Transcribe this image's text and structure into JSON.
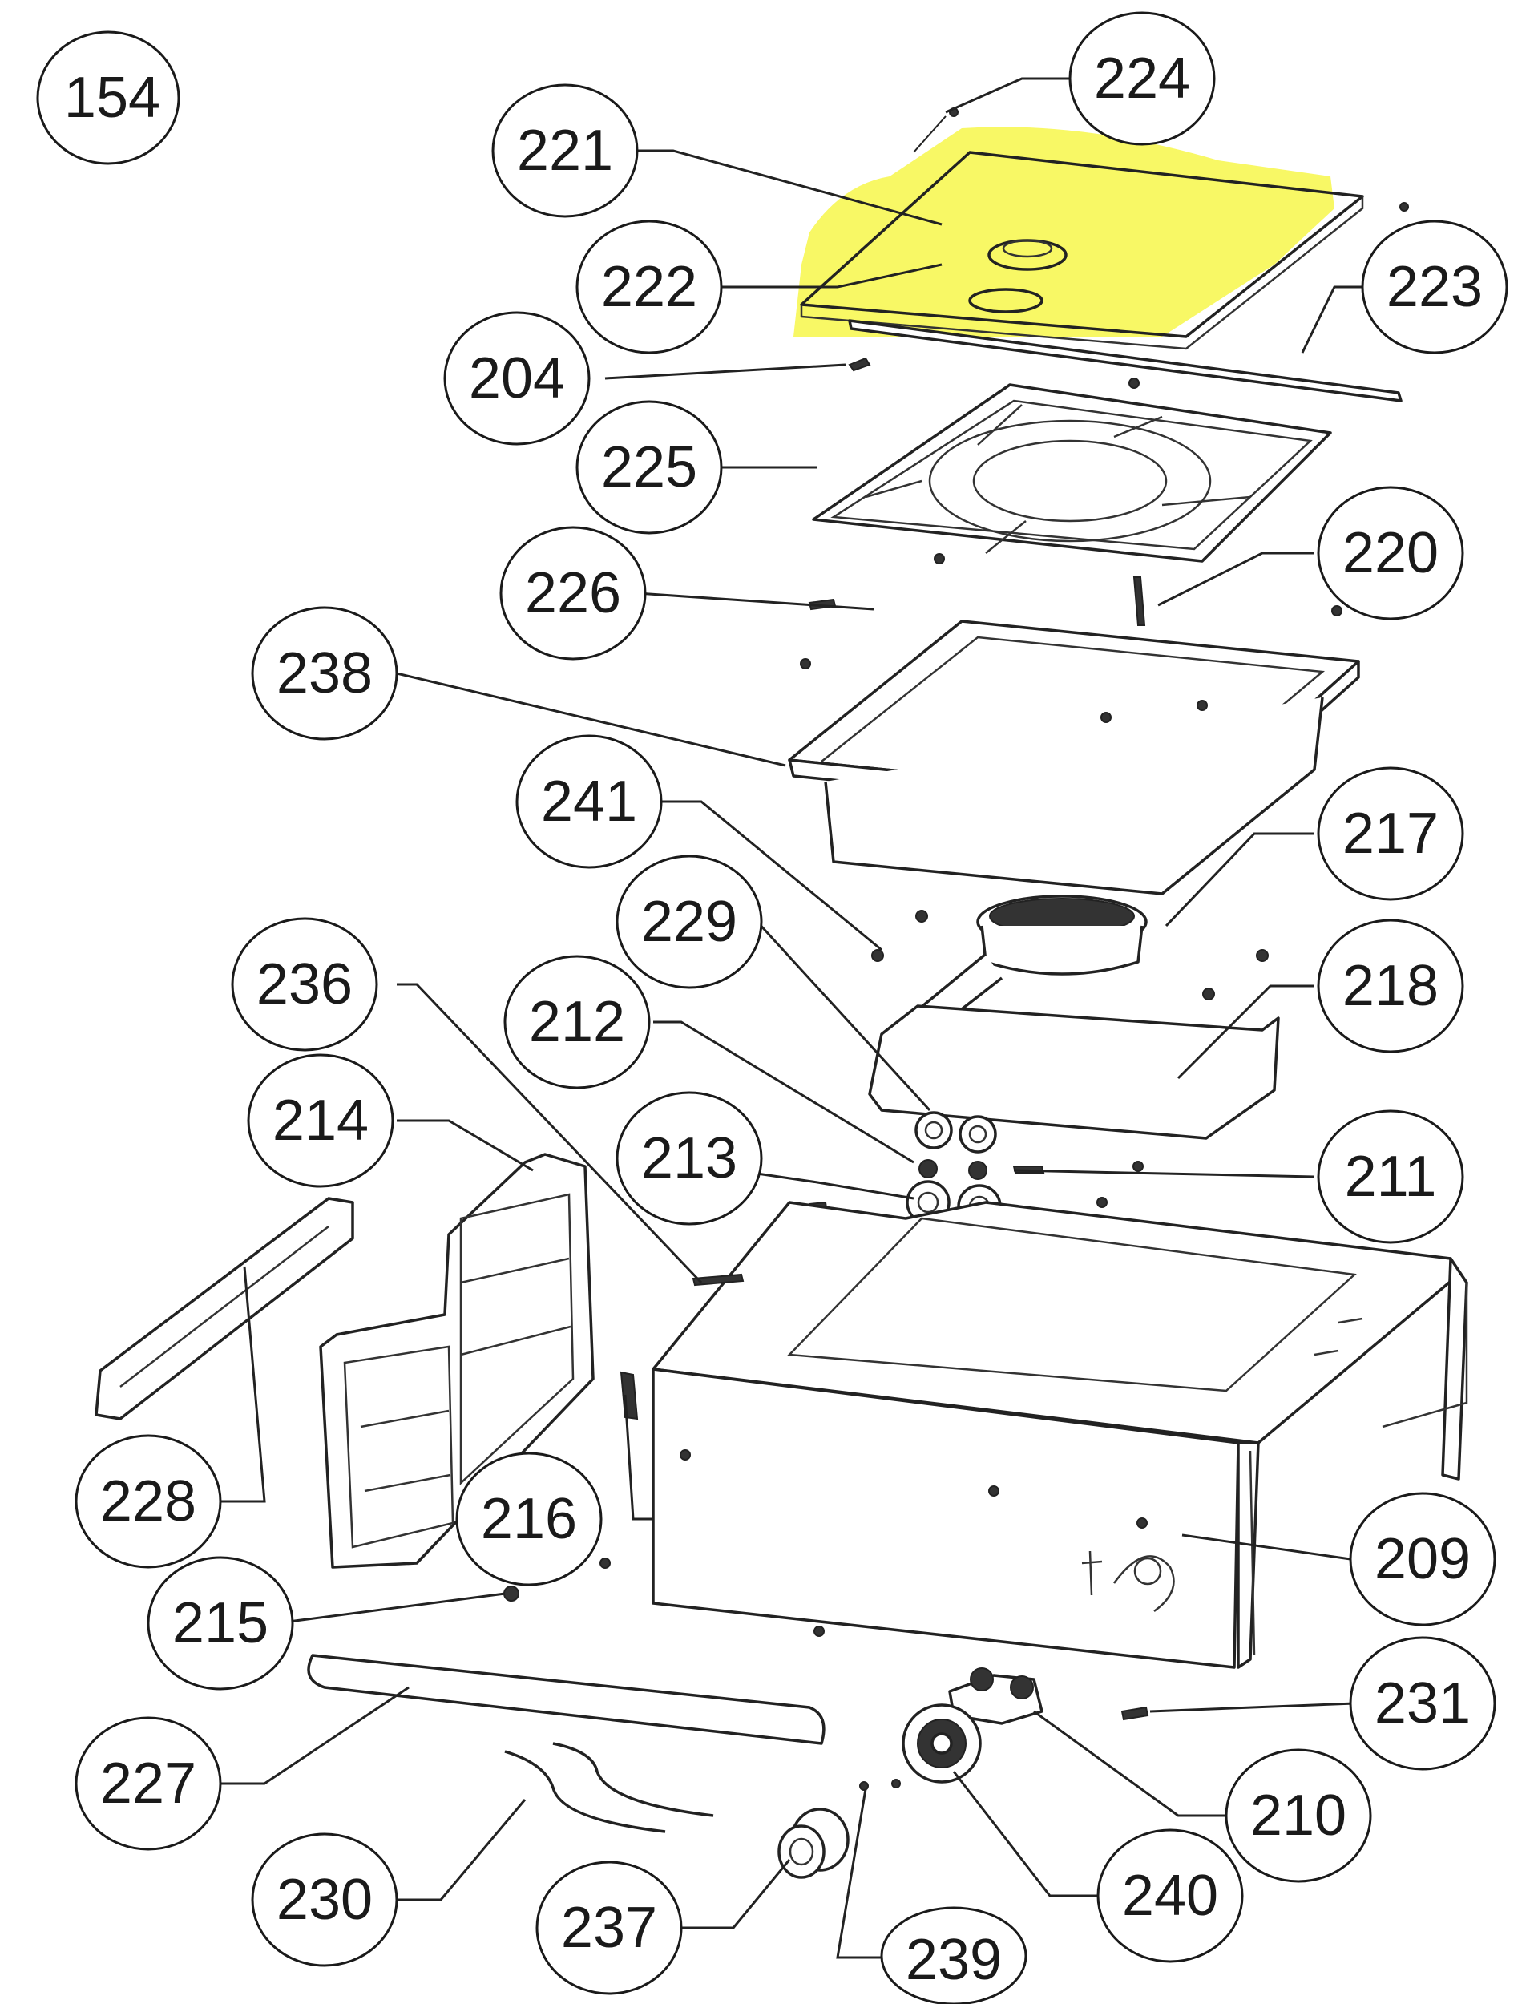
{
  "diagram": {
    "type": "exploded-parts-diagram",
    "highlight_color": "#f7f74a",
    "highlighted_part": "221",
    "callouts": [
      {
        "id": "c154",
        "label": "154"
      },
      {
        "id": "c224",
        "label": "224"
      },
      {
        "id": "c221",
        "label": "221"
      },
      {
        "id": "c222",
        "label": "222"
      },
      {
        "id": "c223",
        "label": "223"
      },
      {
        "id": "c204",
        "label": "204"
      },
      {
        "id": "c225",
        "label": "225"
      },
      {
        "id": "c226",
        "label": "226"
      },
      {
        "id": "c220",
        "label": "220"
      },
      {
        "id": "c238",
        "label": "238"
      },
      {
        "id": "c241",
        "label": "241"
      },
      {
        "id": "c217",
        "label": "217"
      },
      {
        "id": "c229",
        "label": "229"
      },
      {
        "id": "c236",
        "label": "236"
      },
      {
        "id": "c218",
        "label": "218"
      },
      {
        "id": "c212",
        "label": "212"
      },
      {
        "id": "c214",
        "label": "214"
      },
      {
        "id": "c213",
        "label": "213"
      },
      {
        "id": "c211",
        "label": "211"
      },
      {
        "id": "c228",
        "label": "228"
      },
      {
        "id": "c216",
        "label": "216"
      },
      {
        "id": "c209",
        "label": "209"
      },
      {
        "id": "c215",
        "label": "215"
      },
      {
        "id": "c231",
        "label": "231"
      },
      {
        "id": "c227",
        "label": "227"
      },
      {
        "id": "c210",
        "label": "210"
      },
      {
        "id": "c230",
        "label": "230"
      },
      {
        "id": "c240",
        "label": "240"
      },
      {
        "id": "c237",
        "label": "237"
      },
      {
        "id": "c239",
        "label": "239"
      }
    ]
  }
}
